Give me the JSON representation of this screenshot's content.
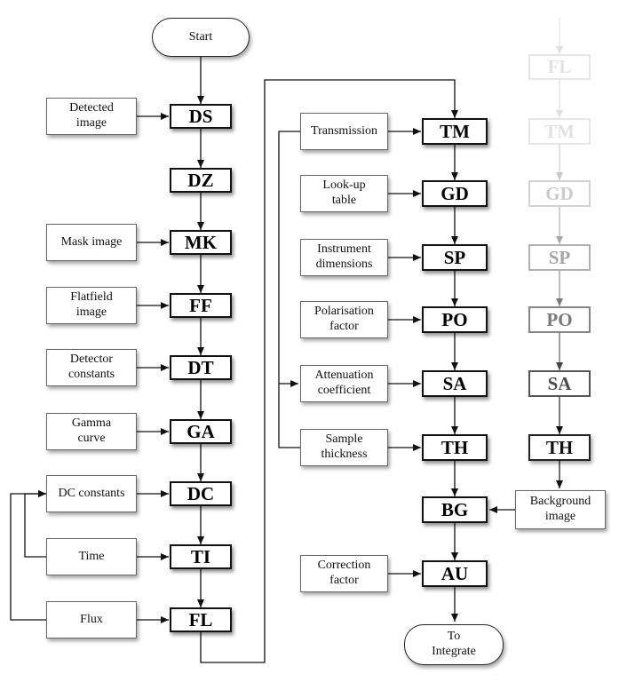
{
  "terminals": {
    "start": "Start",
    "end": [
      "To",
      "Integrate"
    ]
  },
  "left_column": {
    "operations": [
      "DS",
      "DZ",
      "MK",
      "FF",
      "DT",
      "GA",
      "DC",
      "TI",
      "FL"
    ],
    "inputs": {
      "DS": [
        "Detected",
        "image"
      ],
      "MK": [
        "Mask image"
      ],
      "FF": [
        "Flatfield",
        "image"
      ],
      "DT": [
        "Detector",
        "constants"
      ],
      "GA": [
        "Gamma",
        "curve"
      ],
      "DC": [
        "DC constants"
      ],
      "TI": [
        "Time"
      ],
      "FL": [
        "Flux"
      ]
    }
  },
  "middle_column": {
    "operations": [
      "TM",
      "GD",
      "SP",
      "PO",
      "SA",
      "TH",
      "BG",
      "AU"
    ],
    "inputs": {
      "TM": [
        "Transmission"
      ],
      "GD": [
        "Look-up",
        "table"
      ],
      "SP": [
        "Instrument",
        "dimensions"
      ],
      "PO": [
        "Polarisation",
        "factor"
      ],
      "SA": [
        "Attenuation",
        "coefficient"
      ],
      "TH": [
        "Sample",
        "thickness"
      ],
      "AU": [
        "Correction",
        "factor"
      ]
    }
  },
  "background_column": {
    "operations": [
      "FL",
      "TM",
      "GD",
      "SP",
      "PO",
      "SA",
      "TH"
    ],
    "input": [
      "Background",
      "image"
    ]
  }
}
